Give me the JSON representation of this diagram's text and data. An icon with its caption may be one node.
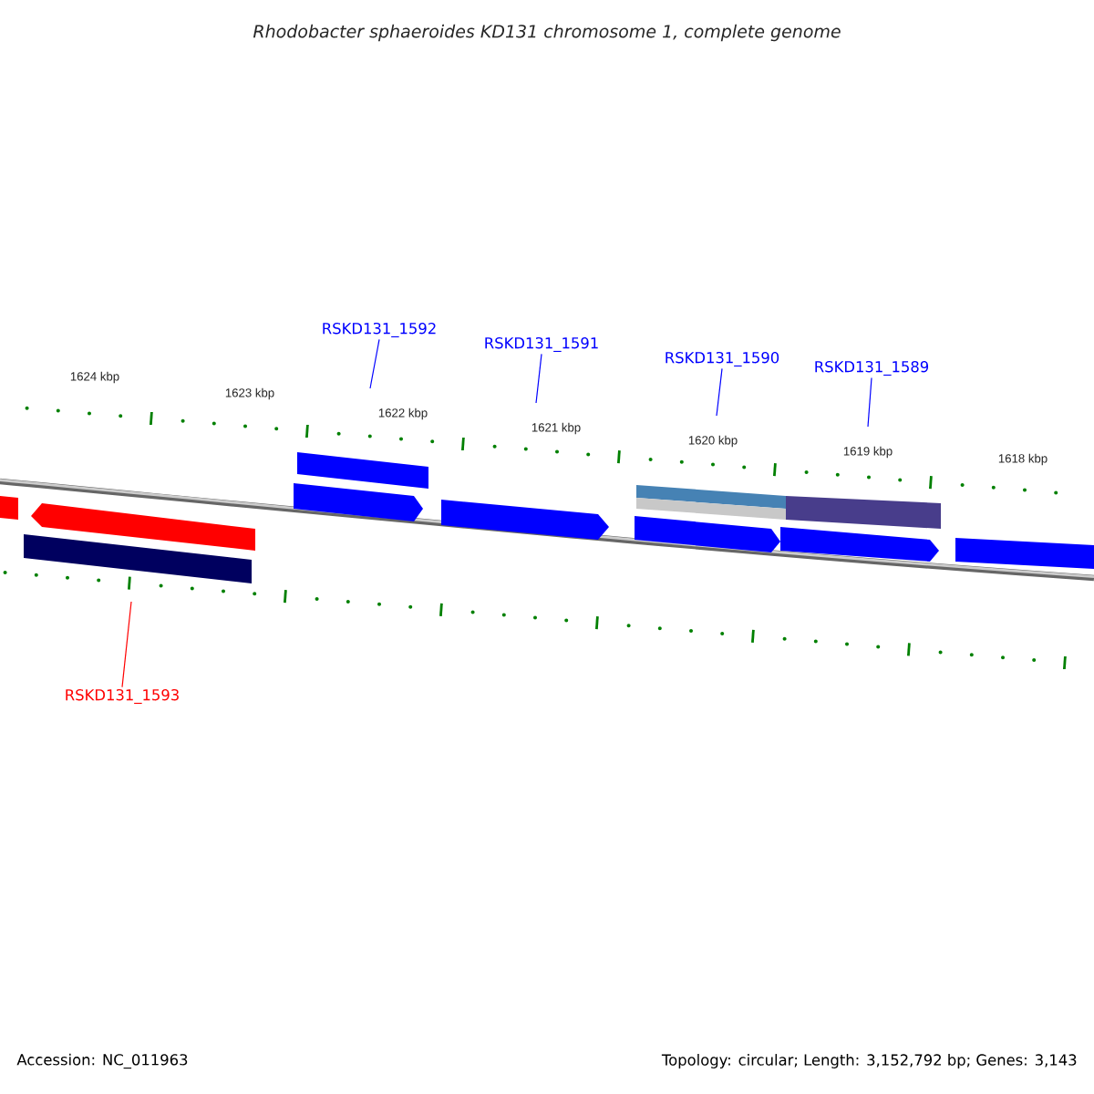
{
  "diagram": {
    "title": "Rhodobacter sphaeroides KD131 chromosome 1, complete genome",
    "nodes": [
      {
        "text": [
          "RSKD131_1592"
        ]
      },
      {
        "text": [
          "RSKD131_1591"
        ]
      },
      {
        "text": [
          "RSKD131_1590"
        ]
      },
      {
        "text": [
          "RSKD131_1589"
        ]
      },
      {
        "text": [
          "RSKD131_1593"
        ]
      }
    ],
    "edges": [
      {
        "from": 0,
        "to": null,
        "arrow": "none"
      },
      {
        "from": 1,
        "to": null,
        "arrow": "none"
      },
      {
        "from": 2,
        "to": null,
        "arrow": "none"
      },
      {
        "from": 3,
        "to": null,
        "arrow": "none"
      },
      {
        "from": 4,
        "to": null,
        "arrow": "none",
        "color": "#ff0000"
      }
    ],
    "labels": [
      "1624 kbp",
      "1623 kbp",
      "1622 kbp",
      "1621 kbp",
      "1620 kbp",
      "1619 kbp",
      "1618 kbp",
      "Accession: NC_011963",
      "Topology: circular; Length: 3,152,792 bp; Genes: 3,143"
    ]
  }
}
